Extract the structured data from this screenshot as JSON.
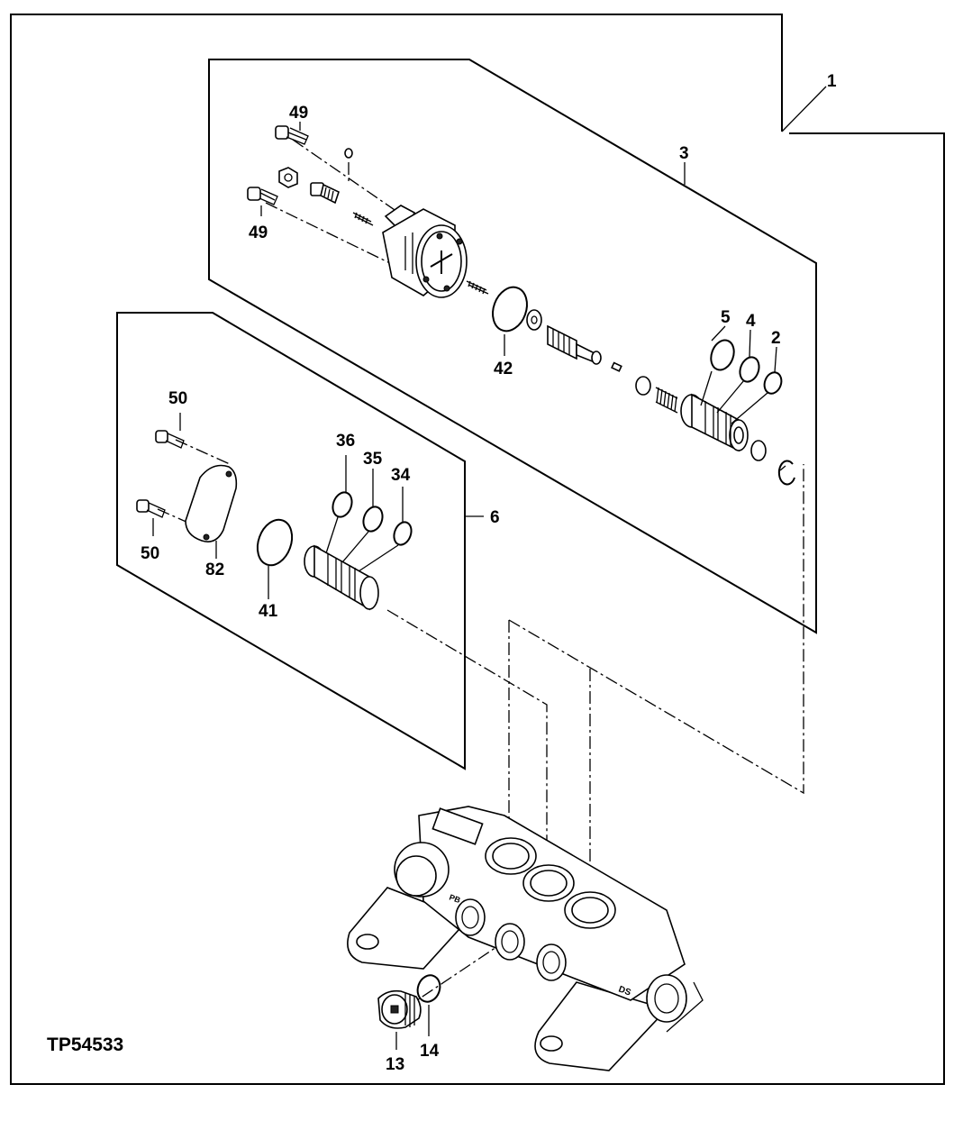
{
  "figure_id": "TP54533",
  "callouts": {
    "c1": "1",
    "c2": "2",
    "c3": "3",
    "c4": "4",
    "c5": "5",
    "c6": "6",
    "c13": "13",
    "c14": "14",
    "c34": "34",
    "c35": "35",
    "c36": "36",
    "c41": "41",
    "c42": "42",
    "c49a": "49",
    "c49b": "49",
    "c50a": "50",
    "c50b": "50",
    "c82": "82"
  },
  "body_markings": {
    "pb": "PB",
    "ds": "DS"
  }
}
